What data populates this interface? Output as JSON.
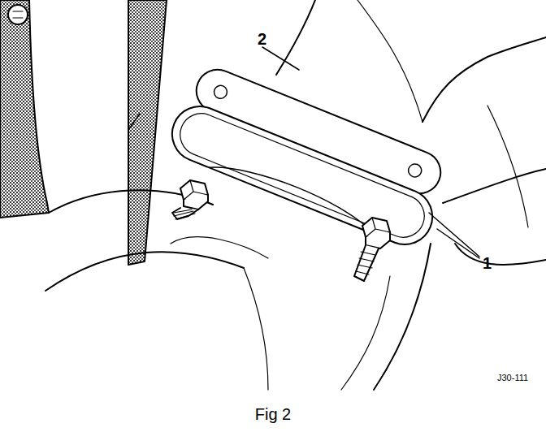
{
  "diagram": {
    "caption": "Fig 2",
    "labels": [
      "2",
      "1",
      "J30-111"
    ]
  }
}
